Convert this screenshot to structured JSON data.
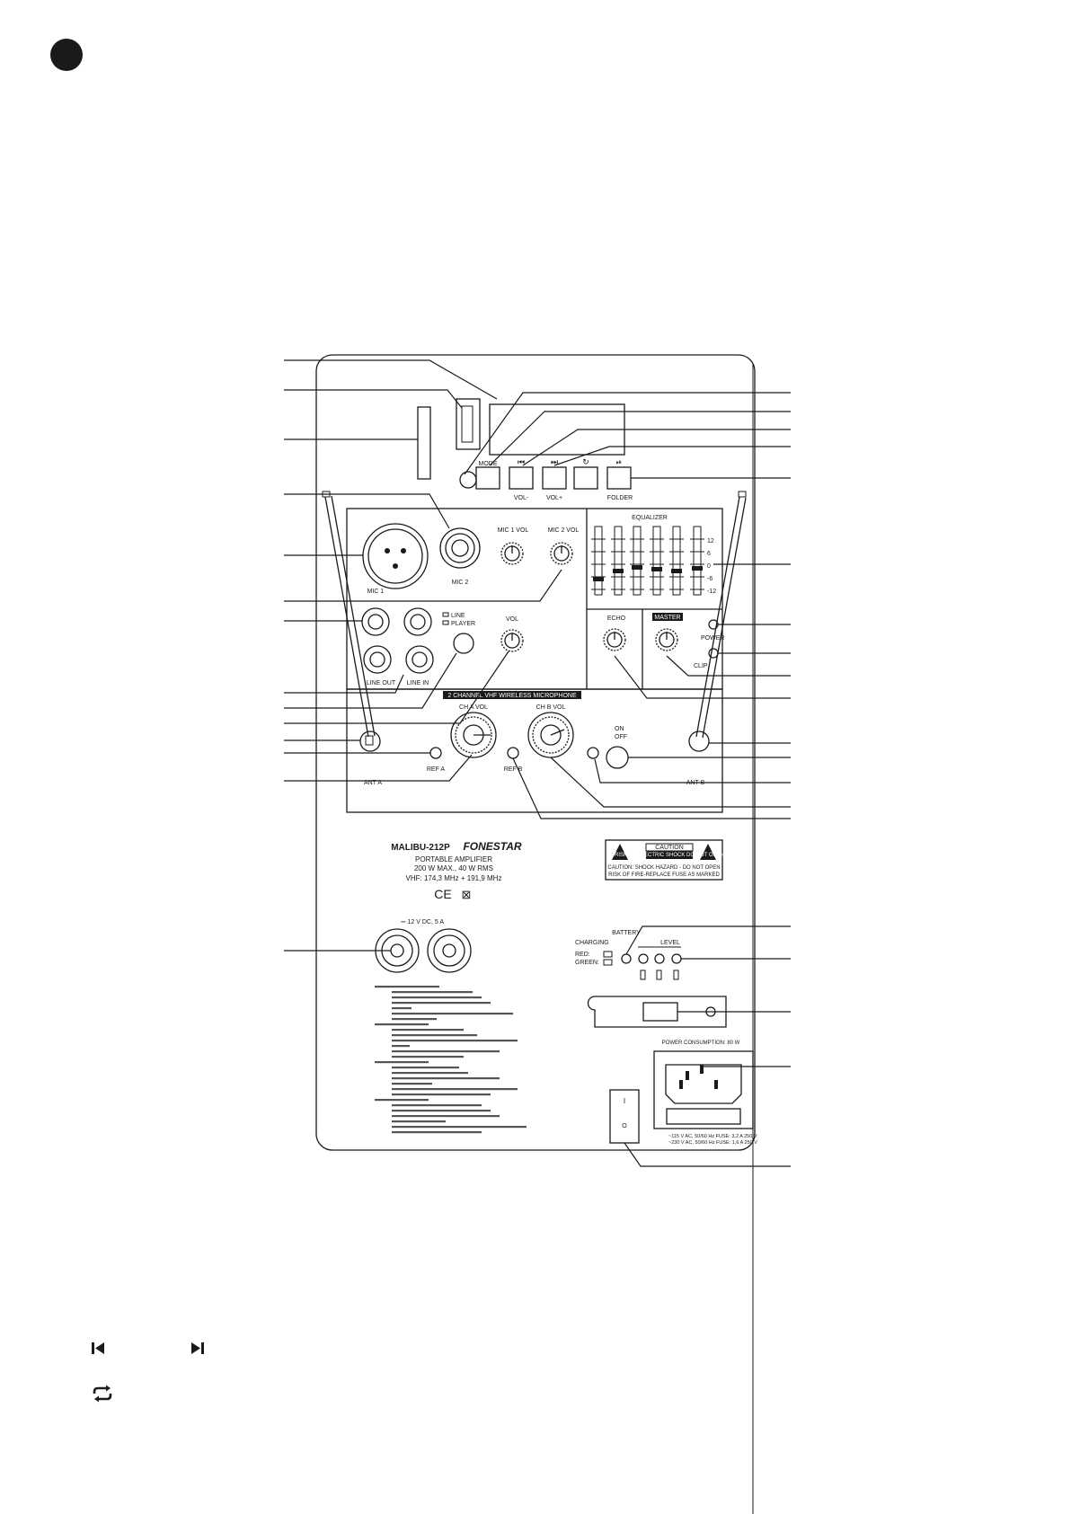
{
  "panel": {
    "usb_display_buttons": {
      "mode": "MODE",
      "vol_minus": "VOL-",
      "vol_plus": "VOL+",
      "folder": "FOLDER"
    },
    "mic_section": {
      "mic1": "MIC 1",
      "mic2": "MIC 2",
      "mic1_vol": "MIC 1 VOL",
      "mic2_vol": "MIC 2 VOL"
    },
    "line_section": {
      "line": "LINE",
      "player": "PLAYER",
      "vol": "VOL",
      "line_out": "LINE OUT",
      "line_in": "LINE IN"
    },
    "equalizer": {
      "title": "EQUALIZER",
      "scale": [
        "12",
        "6",
        "0",
        "-6",
        "-12"
      ]
    },
    "echo": "ECHO",
    "master": {
      "title": "MASTER",
      "power": "POWER",
      "clip": "CLIP"
    },
    "wireless": {
      "title": "2 CHANNEL VHF WIRELESS MICROPHONE",
      "ch_a_vol": "CH A VOL",
      "ch_b_vol": "CH B VOL",
      "on": "ON",
      "off": "OFF",
      "ref_a": "REF A",
      "ref_b": "REF B",
      "ant_a": "ANT A",
      "ant_b": "ANT B"
    },
    "model": {
      "name": "MALIBU-212P",
      "brand": "FONESTAR",
      "line1": "PORTABLE AMPLIFIER",
      "line2": "200 W MAX., 40 W RMS",
      "line3": "VHF: 174,3 MHz  + 191,9 MHz"
    },
    "caution": {
      "title": "CAUTION",
      "sub": "RISK OF ELECTRIC SHOCK DO NOT OPEN",
      "line1": "CAUTION: SHOCK HAZARD - DO NOT OPEN",
      "line2": "RISK OF FIRE-REPLACE FUSE AS MARKED"
    },
    "dc": "⎓ 12 V DC, 5 A",
    "battery": {
      "title": "BATTERY",
      "charging": "CHARGING",
      "level": "LEVEL",
      "red": "RED:",
      "green": "GREEN:"
    },
    "power_consumption": "POWER CONSUMPTION: 80 W",
    "ac_line1": "~115 V AC, 50/60 Hz FUSE: 3,2 A 250 V",
    "ac_line2": "~230 V AC, 50/60 Hz FUSE: 1,6 A 250 V",
    "switch_on": "I",
    "switch_off": "O"
  },
  "legend_icons": [
    "previous-track-icon",
    "next-track-icon",
    "repeat-icon"
  ]
}
